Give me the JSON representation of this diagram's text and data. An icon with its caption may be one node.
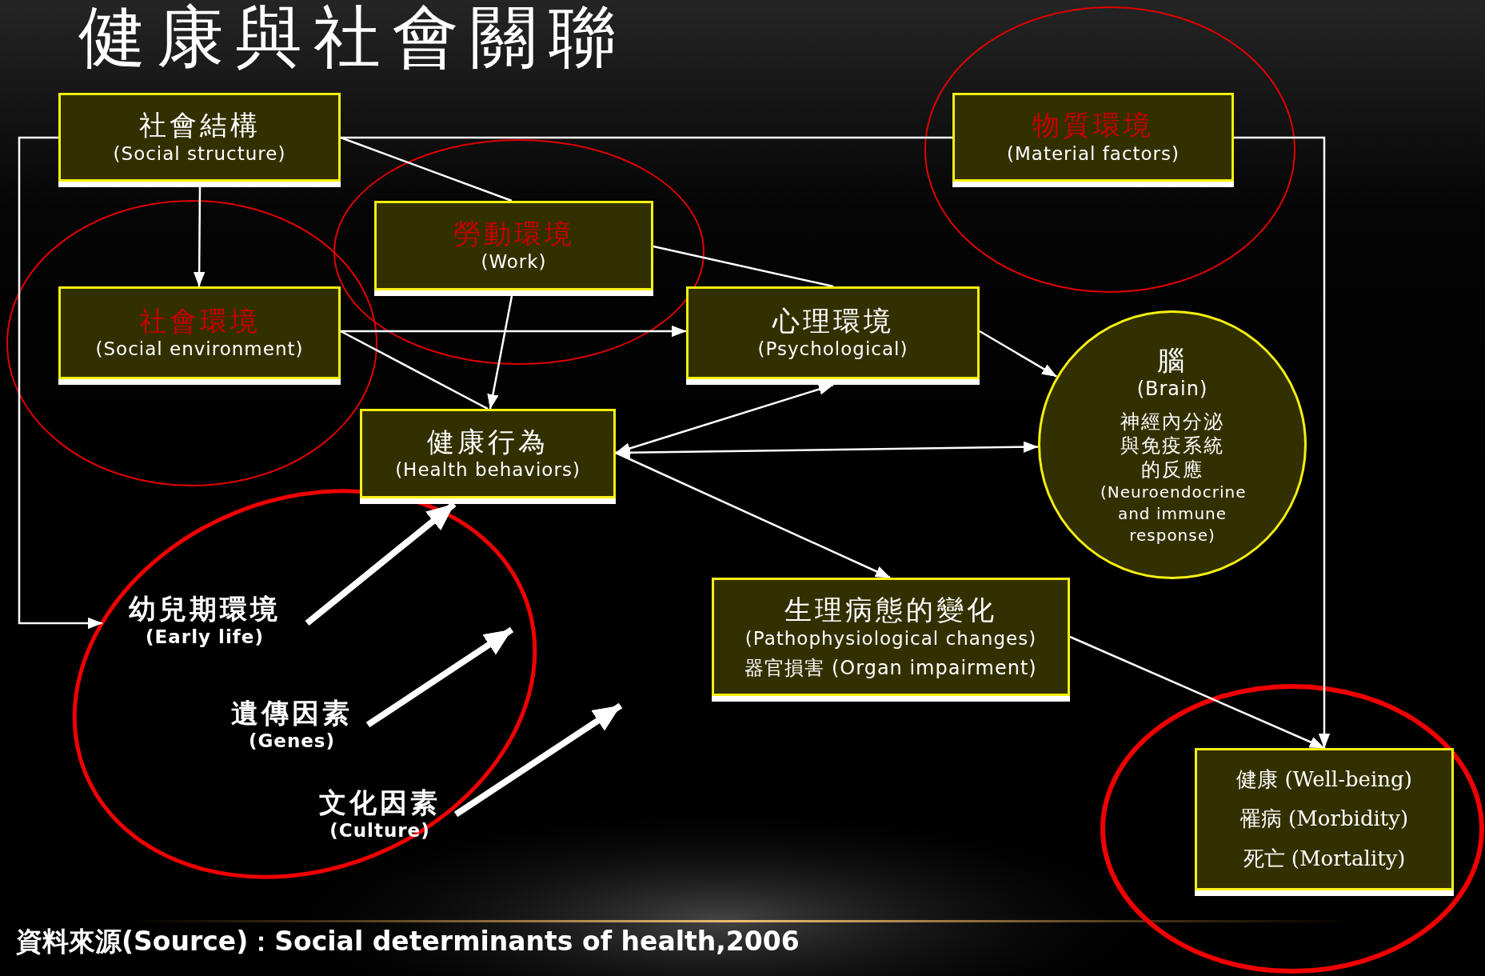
{
  "diagram": {
    "title": "健康與社會關聯",
    "nodes": [
      {
        "text": [
          "社會結構",
          "(Social structure)"
        ]
      },
      {
        "text": [
          "物質環境",
          "(Material factors)"
        ]
      },
      {
        "text": [
          "勞動環境",
          "(Work)"
        ]
      },
      {
        "text": [
          "社會環境",
          "(Social environment)"
        ]
      },
      {
        "text": [
          "心理環境",
          "(Psychological)"
        ]
      },
      {
        "text": [
          "健康行為",
          "(Health behaviors)"
        ]
      },
      {
        "text": [
          "腦",
          "(Brain)",
          "神經內分泌與免疫系統的反應",
          "(Neuroendocrine and immune response)"
        ]
      },
      {
        "text": [
          "幼兒期環境",
          "(Early life)"
        ]
      },
      {
        "text": [
          "遺傳因素",
          "(Genes)"
        ]
      },
      {
        "text": [
          "文化因素",
          "(Culture)"
        ]
      },
      {
        "text": [
          "生理病態的變化",
          "(Pathophysiological changes)",
          "器官損害 (Organ impairment)"
        ]
      },
      {
        "text": [
          "健康 (Well-being)",
          "罹病 (Morbidity)",
          "死亡 (Mortality)"
        ]
      }
    ],
    "edges": [
      {
        "from": 0,
        "to": 3,
        "arrow": "to"
      },
      {
        "from": 0,
        "to": 2,
        "arrow": "none"
      },
      {
        "from": 0,
        "to": 1,
        "arrow": "none"
      },
      {
        "from": 1,
        "to": 11,
        "arrow": "to"
      },
      {
        "from": 0,
        "to": 7,
        "arrow": "to"
      },
      {
        "from": 2,
        "to": 4,
        "arrow": "none"
      },
      {
        "from": 2,
        "to": 5,
        "arrow": "to"
      },
      {
        "from": 3,
        "to": 4,
        "arrow": "to"
      },
      {
        "from": 3,
        "to": 5,
        "arrow": "none"
      },
      {
        "from": 4,
        "to": 6,
        "arrow": "to"
      },
      {
        "from": 5,
        "to": 4,
        "arrow": "both"
      },
      {
        "from": 5,
        "to": 6,
        "arrow": "both"
      },
      {
        "from": 5,
        "to": 10,
        "arrow": "to"
      },
      {
        "from": 10,
        "to": 11,
        "arrow": "to"
      },
      {
        "from": 7,
        "to": 5,
        "arrow": "to",
        "style": "thick"
      },
      {
        "from": 8,
        "to": null,
        "arrow": "to",
        "style": "thick"
      },
      {
        "from": 9,
        "to": null,
        "arrow": "to",
        "style": "thick"
      }
    ],
    "labels": [
      "資料來源(Source)：Social determinants of health,2006"
    ]
  }
}
